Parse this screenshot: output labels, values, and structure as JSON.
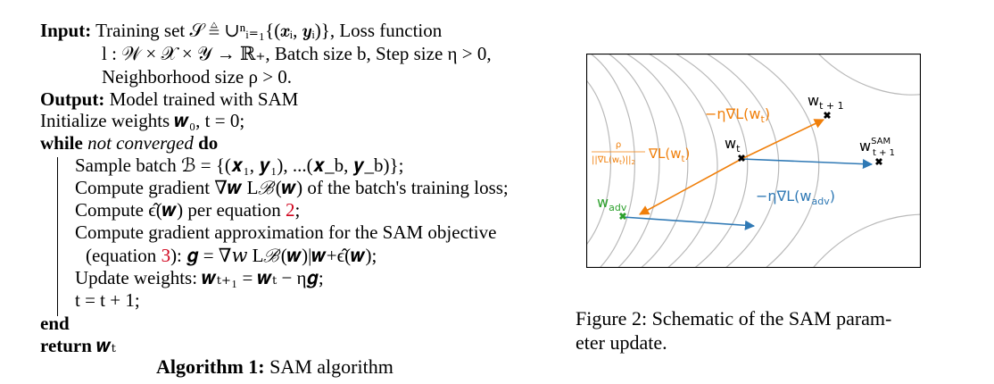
{
  "algorithm": {
    "input_label": "Input:",
    "input_line1": "Training set 𝒮 ≜ ∪ⁿᵢ₌₁{(𝒙ᵢ, 𝒚ᵢ)}, Loss function",
    "input_line2": "l : 𝒲 × 𝒳 × 𝒴 → ℝ₊, Batch size b, Step size η > 0,",
    "input_line3": "Neighborhood size ρ > 0.",
    "output_label": "Output:",
    "output_text": "Model trained with SAM",
    "init_line": "Initialize weights 𝒘₀, t = 0;",
    "while_kw": "while",
    "while_cond": "not converged",
    "do_kw": "do",
    "loop": [
      "Sample batch ℬ = {(𝒙₁, 𝒚₁), ...(𝒙_b, 𝒚_b)};",
      "Compute gradient ∇𝒘 Lℬ(𝒘) of the batch's training loss;",
      "Compute ϵ̂(𝒘) per equation",
      "Compute gradient approximation for the SAM objective",
      "(equation",
      "): 𝒈 = ∇𝑤 Lℬ(𝒘)|𝒘+ϵ̂(𝒘);",
      "Update weights: 𝒘ₜ₊₁ = 𝒘ₜ − η𝒈;",
      "t = t + 1;"
    ],
    "eq_ref_2": "2",
    "eq_ref_3": "3",
    "end_kw": "end",
    "return_kw": "return",
    "return_val": "𝒘ₜ",
    "caption_label": "Algorithm 1:",
    "caption_text": "SAM algorithm"
  },
  "figure": {
    "labels": {
      "w_t1": "w",
      "w_t1_sub": "t + 1",
      "w_t": "w",
      "w_t_sub": "t",
      "w_sam": "w",
      "w_sam_sup": "SAM",
      "w_sam_sub": "t + 1",
      "w_adv": "w",
      "w_adv_sub": "adv",
      "grad_orange": "−η∇L(w",
      "grad_orange_sub": "t",
      "grad_orange_end": ")",
      "grad_blue": "−η∇L(w",
      "grad_blue_sub": "adv",
      "grad_blue_end": ")",
      "rho_num": "ρ",
      "rho_den": "||∇L(w",
      "rho_den_sub": "t",
      "rho_den_end": ")||",
      "rho_den_2": "2",
      "rho_grad": "∇L(w",
      "rho_grad_sub": "t",
      "rho_grad_end": ")"
    },
    "colors": {
      "orange": "#f07f0a",
      "blue": "#2f79b5",
      "green": "#2ca02c",
      "contour": "#b9b9b9"
    },
    "caption_label": "Figure 2:",
    "caption_line1": "Schematic of the SAM param-",
    "caption_line2": "eter update."
  }
}
